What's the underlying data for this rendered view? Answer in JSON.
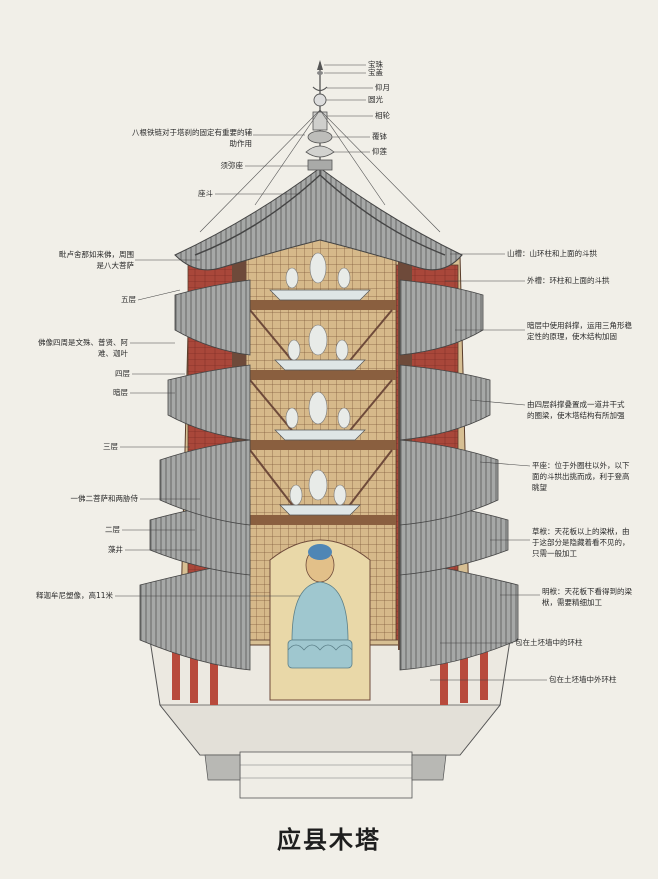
{
  "title": "应县木塔",
  "labels": {
    "baozhu": "宝珠",
    "baogai": "宝盖",
    "yangyue": "仰月",
    "yuanguang": "圆光",
    "xiangfeng": "相轮",
    "bashu": "覆钵",
    "yanglian": "仰莲",
    "tiesuo": "八根铁链对于塔刹的固定有重要的辅助作用",
    "xumizuo": "须弥座",
    "zuodou": "座斗",
    "top_buddha": "毗卢舍那如来佛，周围是八大菩萨",
    "wuceng": "五层",
    "fourth_buddha": "佛像四周是文殊、普贤、阿难、迦叶",
    "siceng": "四层",
    "anceng": "暗层",
    "sanceng": "三层",
    "third_buddha": "一佛二菩萨和两胁侍",
    "erceng": "二层",
    "zaojing": "藻井",
    "main_buddha": "释迦牟尼塑像，高11米",
    "shancao": "山槽：山环柱和上面的斗拱",
    "waicao": "外槽：环柱和上面的斗拱",
    "dark_layer": "暗层中使用斜撑，运用三角形稳定性的原理，使木结构加固",
    "bracket_layer": "由四层斜撑叠置成一道井干式的圈梁，使木塔结构有所加强",
    "pingzuo": "平座：位于外圈柱以外，以下面的斗拱出挑而成，利于登高眺望",
    "caofu": "草栿：天花板以上的梁栿，由于这部分是隐藏着看不见的，只需一般加工",
    "mingfu": "明栿：天花板下看得到的梁栿，需要精细加工",
    "inner_ring": "包在土坯墙中的环柱",
    "outer_ring": "包在土坯墙中外环柱"
  },
  "colors": {
    "paper": "#f1efe8",
    "ink": "#2b2b2b",
    "roof_tile": "#8f9190",
    "wall_red": "#a9473a",
    "wood": "#c9a877",
    "dark_wood": "#6e4a3a",
    "buddha_blue": "#9fc7cf",
    "buddha_skin": "#e2c089"
  }
}
